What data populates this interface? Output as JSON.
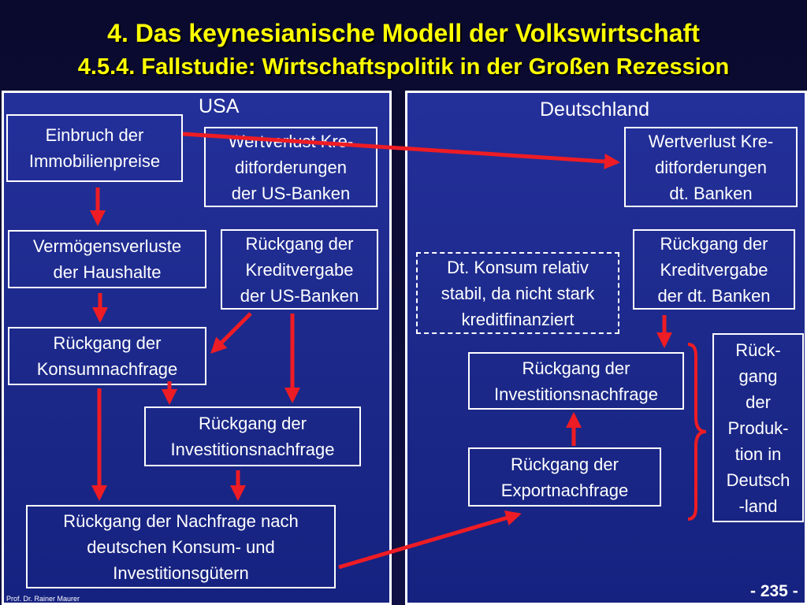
{
  "header": {
    "title": "4. Das keynesianische Modell der Volkswirtschaft",
    "subtitle": "4.5.4.  Fallstudie: Wirtschaftspolitik in der Großen Rezession"
  },
  "usa": {
    "label": "USA",
    "immobilien": "Einbruch der\nImmobilienpreise",
    "wertverlust": "Wertverlust Kre-\nditforderungen\nder US-Banken",
    "vermoegen": "Vermögensverluste\nder Haushalte",
    "kredit": "Rückgang der\nKreditvergabe\nder US-Banken",
    "konsum": "Rückgang der\nKonsumnachfrage",
    "investition": "Rückgang der\nInvestitionsnachfrage",
    "nachfrage": "Rückgang der Nachfrage nach\ndeutschen Konsum- und\nInvestitionsgütern"
  },
  "germany": {
    "label": "Deutschland",
    "wertverlust": "Wertverlust Kre-\nditforderungen\ndt. Banken",
    "kredit": "Rückgang der\nKreditvergabe\nder dt. Banken",
    "konsum": "Dt. Konsum relativ\nstabil, da nicht stark\nkreditfinanziert",
    "investition": "Rückgang der\nInvestitionsnachfrage",
    "export": "Rückgang der\nExportnachfrage",
    "produktion": "Rück-\ngang\nder\nProduk-\ntion in\nDeutsch\n-land"
  },
  "footer": {
    "author": "Prof. Dr. Rainer Maurer",
    "page": "- 235 -"
  },
  "colors": {
    "arrow": "#ee1c24",
    "title": "#ffff00",
    "panel": "#1f2b8f"
  }
}
